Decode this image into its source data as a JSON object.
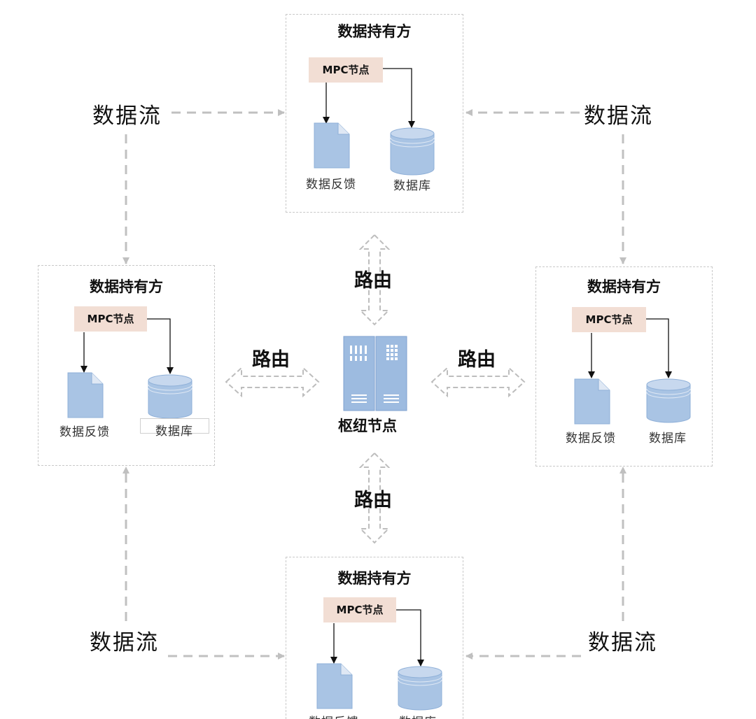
{
  "holders": [
    {
      "id": "top",
      "title": "数据持有方",
      "mpc_label": "MPC节点",
      "file_label": "数据反馈",
      "db_label": "数据库"
    },
    {
      "id": "left",
      "title": "数据持有方",
      "mpc_label": "MPC节点",
      "file_label": "数据反馈",
      "db_label": "数据库"
    },
    {
      "id": "right",
      "title": "数据持有方",
      "mpc_label": "MPC节点",
      "file_label": "数据反馈",
      "db_label": "数据库"
    },
    {
      "id": "bottom",
      "title": "数据持有方",
      "mpc_label": "MPC节点",
      "file_label": "数据反馈",
      "db_label": "数据库"
    }
  ],
  "hub": {
    "label": "枢纽节点"
  },
  "routes": {
    "top": "路由",
    "left": "路由",
    "right": "路由",
    "bottom": "路由"
  },
  "flows": {
    "top_left": "数据流",
    "top_right": "数据流",
    "bottom_left": "数据流",
    "bottom_right": "数据流"
  },
  "colors": {
    "accent_blue": "#a9c4e4",
    "mpc_fill": "#f2ded4",
    "dashed_gray": "#c0c0c0"
  }
}
